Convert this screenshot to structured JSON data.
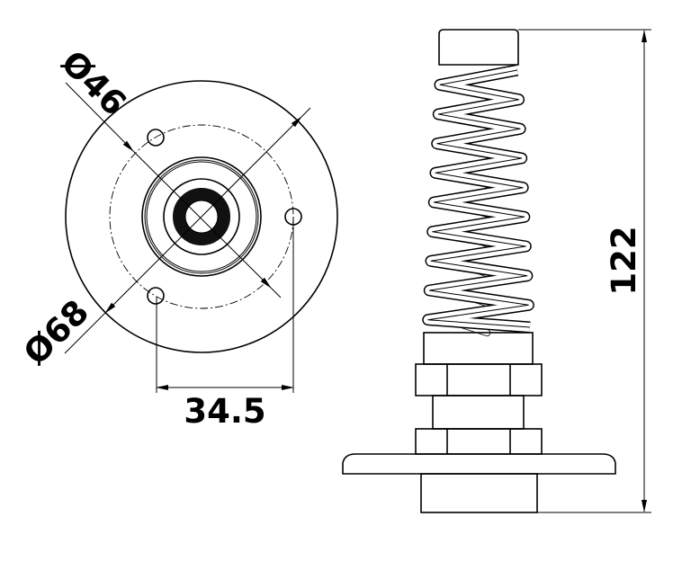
{
  "drawing": {
    "front_view": {
      "diameter_inner_label": "Ø46",
      "diameter_outer_label": "Ø68",
      "hole_spacing_label": "34.5"
    },
    "side_view": {
      "height_label": "122",
      "spring_coils": 9
    }
  }
}
